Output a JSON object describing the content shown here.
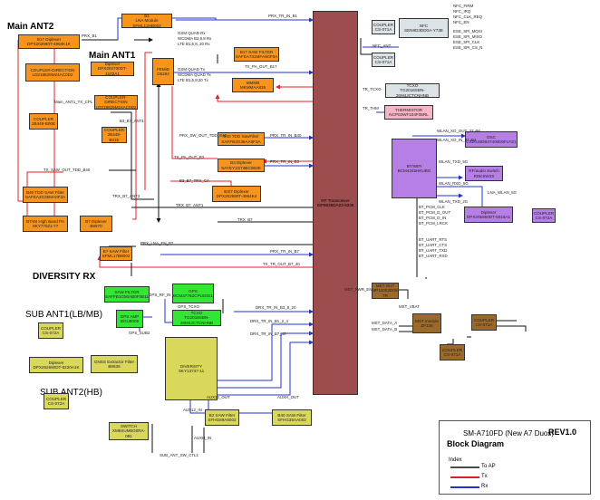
{
  "sections": {
    "main_ant2": "Main ANT2",
    "main_ant1": "Main ANT1",
    "diversity_rx": "DIVERSITY RX",
    "sub_ant1": "SUB ANT1(LB/MB)",
    "sub_ant2": "SUB ANT2(HB)"
  },
  "blocks": {
    "b17_diplexer": [
      "B17 Diplexer",
      "DPX202690T-4964K1K"
    ],
    "coupler_direction_2": [
      "COUPLER-DIRECTION",
      "LD218829M24AC0D2"
    ],
    "coupler_2": [
      "COUPLER",
      "2B448-B00E"
    ],
    "diplexer_main1": [
      "Diplexer",
      "DPX202700DT-4102A1"
    ],
    "coupler_direction_1": [
      "COUPLER-DIRECTION",
      "LD218829M24AC0D2"
    ],
    "coupler_1": [
      "COUPLER",
      "2B448-B01E"
    ],
    "b1_lna": [
      "B1",
      "LNA Module",
      "SFML13HB002"
    ],
    "fem": [
      "FEMiD",
      "D5284"
    ],
    "b17_saw": [
      "B17 SAW FILTER",
      "SAFEA731MFAN0F0A"
    ],
    "mmmb": [
      "MMMB",
      "MKMMAA835"
    ],
    "b40_tdd_saw": [
      "B40 TDD SawFilter",
      "SAFFB2G35AA0F3A"
    ],
    "b3_diplexer": [
      "B3 Diplexer",
      "SAYEY1G74BC0B3E"
    ],
    "b3_b7_diplexer": [
      "B3/7 Diplexer",
      "DPX202690T-4964K4"
    ],
    "b40_saw": [
      "B40 TDD SAW Filter",
      "SAFEA2G35MA0F3A"
    ],
    "b7_diplexer": [
      "B7 Diplexer",
      "B8870"
    ],
    "b7_hb_pa": [
      "B7/48 High Band PA",
      "SKY77621-77"
    ],
    "b7_saw": [
      "B7 SAW Filter",
      "SFML17B8002"
    ],
    "rf_transceiver": [
      "RF Transceiver",
      "ISP9635DA03-6336"
    ],
    "coupler_nfc": [
      "COUPLER",
      "CS-071A"
    ],
    "nfc": [
      "NFC",
      "SEN9D3DD0A-Y73E"
    ],
    "coupler_nfc2": [
      "COUPLER",
      "CS-071A"
    ],
    "tcxo": [
      "TCXO",
      "TG2016SBN-26M4JCTCNHNB"
    ],
    "thermistor": [
      "THERMISTOR",
      "NCP03WF104F05RL"
    ],
    "osc": [
      "OSC",
      "CX2016DB37400D0FLFZ1"
    ],
    "bt_wifi": [
      "BT/WIFI",
      "BCM4345HKUBG"
    ],
    "rf_switch": [
      "RF/audio Switch",
      "RDKSW2S"
    ],
    "diplexer_wifi": [
      "Diplexer",
      "DPX205950DT-6016A1"
    ],
    "coupler_wifi": [
      "COUPLER",
      "CS-072A"
    ],
    "saw_filter_gps": [
      "SAW FILTER",
      "SAFFB1G56AB0F0B11"
    ],
    "gps": [
      "GPS",
      "BCM4776ZCPLE0G1"
    ],
    "gps_amp": [
      "GPS AMP",
      "BGU8009"
    ],
    "tcxo_gps": [
      "TCXO",
      "TG2016SBN-26M4JCTCNHNB"
    ],
    "coupler_sub1": [
      "COUPLER",
      "CS-072A"
    ],
    "diplexer_sub": [
      "Diplexer",
      "DPX252690DT-5220A1K"
    ],
    "gnss_filter": [
      "GNSS Extractor Filter",
      "B8636"
    ],
    "diversity": [
      "DIVERSITY",
      "SKY13747-11"
    ],
    "coupler_sub2": [
      "COUPLER",
      "CS-072A"
    ],
    "switch": [
      "SWITCH",
      "XM5SUM6G0RA-081"
    ],
    "b2_saw": [
      "B2 SAW Filter",
      "SFHG89A8002"
    ],
    "b40_saw_div": [
      "B40 SAW Filter",
      "SFHG35AA002"
    ],
    "mst_out": [
      "MST OUT",
      "MP10003D05-TR"
    ],
    "mst_module": [
      "MST module",
      "ZF126"
    ],
    "coupler_mst1": [
      "COUPLER",
      "CS-071A"
    ],
    "coupler_mst2": [
      "COUPLER",
      "CS-071A"
    ]
  },
  "labels": {
    "prx_b1": "PRX_B1",
    "main_ant1_tx_cpl": "Main_ANT1_TX_CPL",
    "prx_tr_in_b1": "PRX_TR_IN_B1",
    "gsm_quad_rx": "GSM QUAD Rx",
    "wcdma_rx": "WCDMA B2,5,8 Rx",
    "lte_rx": "LTE B1,5,8, 20 Rx",
    "gsm_quad_tx": "GSM QUAD Tx",
    "wcdma_tx": "WCDMA QUAD Tx",
    "lte_tx": "LTE B1,5,8,20 Tx",
    "tx_pa_out_b17": "TX_PA_OUT_B17",
    "b3_b7_ant1": "B3_B7_ANT1",
    "prx_sw_out_tdd_b40": "PRX_SW_OUT_TDD_B40",
    "prx_tr_in_b40": "PRX_TR_IN_B40",
    "tx_pa_out_b3": "TX_PA_OUT_B3",
    "prx_tr_in_b3": "PRX_TR_IN_B3",
    "b3_b7_trx_ca": "B3_B7_TRX_CA",
    "tx_saw_out_tdd_b40": "TX_SAW_OUT_TDD_B40",
    "trx_b7_ant2": "TRX_B7_ANT2",
    "trx_b7_ant1": "TRX_B7_ANT1",
    "trx_b7": "TRX_B7",
    "prx_lna_en_b7": "PRX_LNA_EN_B7",
    "prx_tr_in_b7": "PRX_TR_IN_B7",
    "tx_tr_out_b7_40": "TX_TR_OUT_B7_40",
    "tr_tcxo": "TR_TCXO",
    "tr_thm": "TR_THM",
    "nfc_ant": "NFC_ANT",
    "nfc_signals": [
      "NFC_FIRM",
      "NFC_IRQ",
      "NFC_CLK_REQ",
      "NFC_EN",
      "ESE_SPI_MOSI",
      "ESE_SPI_MISO",
      "ESE_SPI_CLK",
      "ESE_SPI_CS_N"
    ],
    "wlan_xo_out_37_4m": "WLAN_XO_OUT_37.4M",
    "wlan_xo_in_37_4m": "WLAN_XO_IN_37.4M",
    "wlan_txd_5g": "WLAN_TXD_5G",
    "wlan_rxd_5g": "WLAN_RXD_5G",
    "wlan_txd_2g": "WLAN_TXD_2G",
    "lna_wlan_5g": "LNA_WLAN_5G",
    "bt_pcm": [
      "BT_PCM_CLK",
      "BT_PCM_D_OUT",
      "BT_PCM_D_IN",
      "BT_PCM_LRCK"
    ],
    "bt_uart": [
      "BT_UART_RTS",
      "BT_UART_CTS",
      "BT_UART_TXD",
      "BT_UART_RXD"
    ],
    "gps_rf_in": "GPS_RF_IN",
    "gps_sub2": "GPS_SUB2",
    "gps_tcxo": "GPS_TCXO",
    "drx_tr_in_b3_8_20": "DRX_TR_IN_B3_8_20",
    "drx_tr_in_b1_2_4": "DRX_TR_IN_B1_2_4",
    "drx_tr_in_b7_40": "DRX_TR_IN_B7_40",
    "aux12_out": "AUX12_OUT",
    "aux12_in": "AUX12_IN",
    "auxh_out": "AUXH_OUT",
    "auxh_in": "AUXH_IN",
    "sub_ant_sw_ctl1": "SUB_ANT_SW_CTL1",
    "mst_pwr_en": "MST_PWR_EN",
    "mst_vbat": "MST_VBAT",
    "mst_data_a": "MST_DATA_A",
    "mst_data_b": "MST_DATA_B"
  },
  "legend": {
    "model": "SM-A710FD (New A7 Duos)",
    "rev": "REV1.0",
    "title": "Block Diagram",
    "index": "Index",
    "to_ap": "To AP",
    "tx": "Tx",
    "rx": "Rx"
  },
  "colors": {
    "tx": "#e02020",
    "rx": "#2233cc",
    "to_ap": "#111111",
    "orange_block": "#f7941d",
    "transceiver": "#9d4d4d"
  }
}
